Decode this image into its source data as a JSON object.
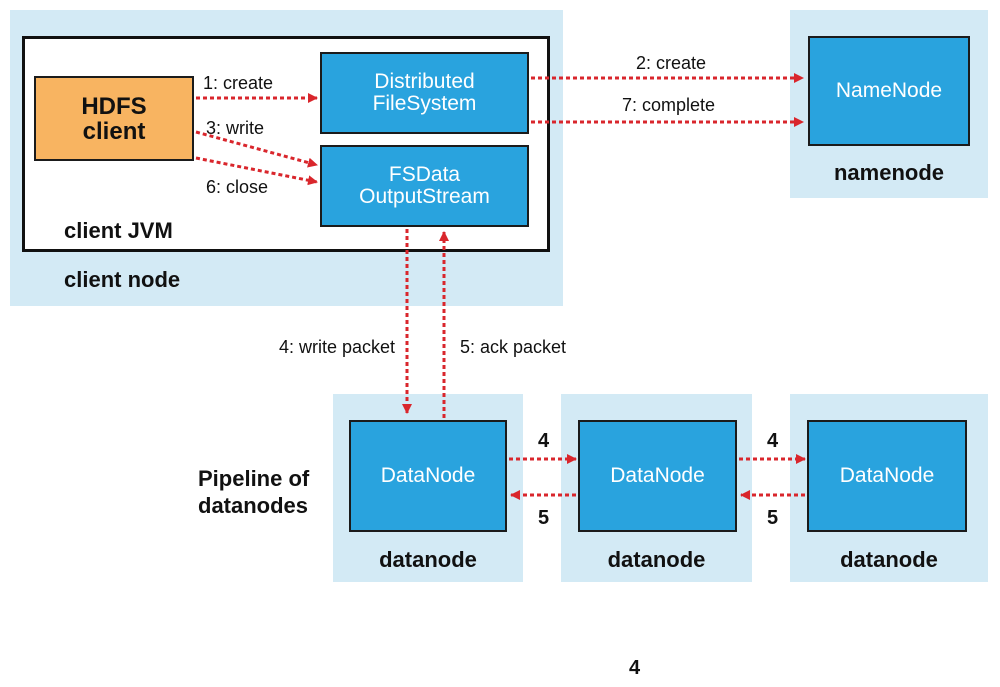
{
  "colors": {
    "node_bg": "#d3eaf5",
    "component": "#29a3de",
    "client": "#f8b461",
    "arrow": "#d9262c"
  },
  "client_node": {
    "label": "client node",
    "jvm_label": "client JVM",
    "hdfs_client": [
      "HDFS",
      "client"
    ],
    "dfs": [
      "Distributed",
      "FileSystem"
    ],
    "fsdos": [
      "FSData",
      "OutputStream"
    ]
  },
  "namenode": {
    "box": "NameNode",
    "label": "namenode"
  },
  "pipeline_label": [
    "Pipeline of",
    "datanodes"
  ],
  "datanodes": [
    {
      "box": "DataNode",
      "label": "datanode"
    },
    {
      "box": "DataNode",
      "label": "datanode"
    },
    {
      "box": "DataNode",
      "label": "datanode"
    }
  ],
  "steps": {
    "create_local": "1: create",
    "create_remote": "2: create",
    "write": "3: write",
    "write_packet": "4: write packet",
    "ack_packet": "5: ack packet",
    "close": "6: close",
    "complete": "7: complete",
    "four_a": "4",
    "five_a": "5",
    "four_b": "4",
    "five_b": "5"
  },
  "footer": "4"
}
